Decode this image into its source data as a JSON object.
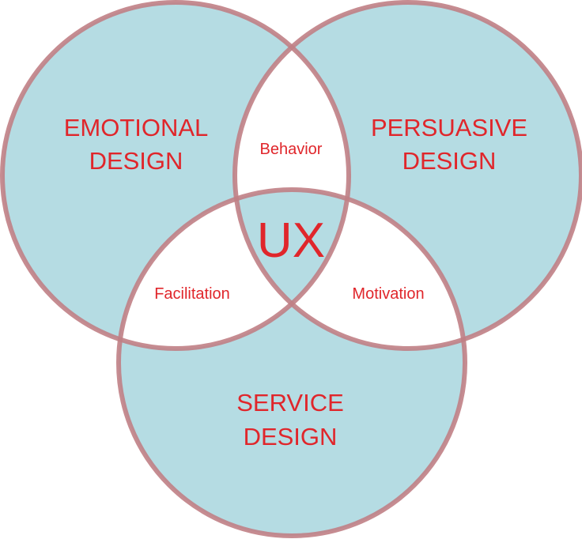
{
  "colors": {
    "fill": "#b5dce3",
    "pair_fill": "#ffffff",
    "stroke": "#c07f85",
    "text": "#e0262b"
  },
  "sets": [
    {
      "id": "emotional",
      "lines": [
        "EMOTIONAL",
        "DESIGN"
      ]
    },
    {
      "id": "persuasive",
      "lines": [
        "PERSUASIVE",
        "DESIGN"
      ]
    },
    {
      "id": "service",
      "lines": [
        "SERVICE",
        "DESIGN"
      ]
    }
  ],
  "intersections": {
    "emotional_persuasive": "Behavior",
    "emotional_service": "Facilitation",
    "persuasive_service": "Motivation",
    "all": "UX"
  }
}
